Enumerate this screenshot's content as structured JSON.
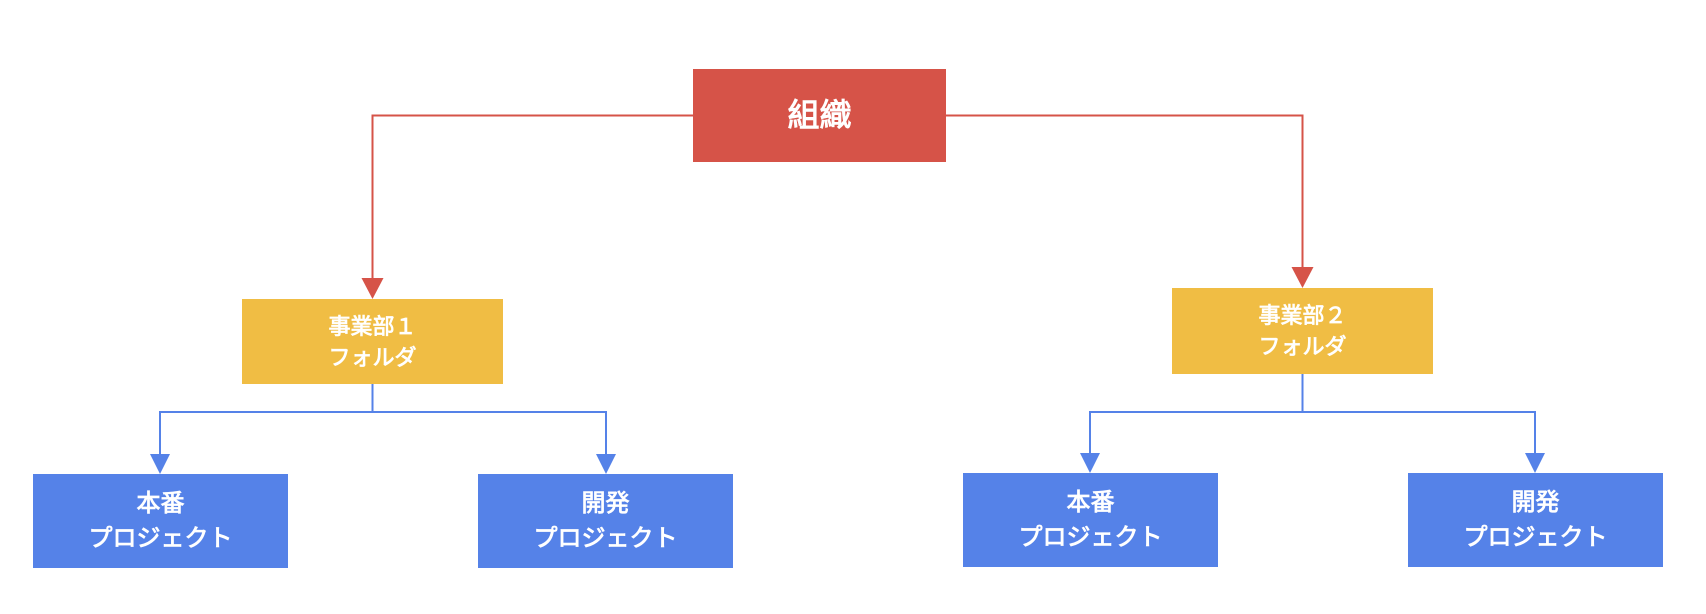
{
  "diagram": {
    "type": "org-hierarchy",
    "background": "#ffffff",
    "colors": {
      "organization_red": "#d65348",
      "folder_yellow": "#f0bd44",
      "project_blue": "#5582e8",
      "red_connector": "#d65348",
      "blue_connector": "#5582e8",
      "node_text": "#ffffff"
    },
    "nodes": {
      "organization": {
        "label": "組織"
      },
      "division1_folder": {
        "line1": "事業部１",
        "line2": "フォルダ"
      },
      "division2_folder": {
        "line1": "事業部２",
        "line2": "フォルダ"
      },
      "division1_production_project": {
        "line1": "本番",
        "line2": "プロジェクト"
      },
      "division1_development_project": {
        "line1": "開発",
        "line2": "プロジェクト"
      },
      "division2_production_project": {
        "line1": "本番",
        "line2": "プロジェクト"
      },
      "division2_development_project": {
        "line1": "開発",
        "line2": "プロジェクト"
      }
    },
    "edges": [
      {
        "from": "organization",
        "to": "division1_folder",
        "color": "#d65348",
        "arrow": "down"
      },
      {
        "from": "organization",
        "to": "division2_folder",
        "color": "#d65348",
        "arrow": "down"
      },
      {
        "from": "division1_folder",
        "to": "division1_production_project",
        "color": "#5582e8",
        "arrow": "down"
      },
      {
        "from": "division1_folder",
        "to": "division1_development_project",
        "color": "#5582e8",
        "arrow": "down"
      },
      {
        "from": "division2_folder",
        "to": "division2_production_project",
        "color": "#5582e8",
        "arrow": "down"
      },
      {
        "from": "division2_folder",
        "to": "division2_development_project",
        "color": "#5582e8",
        "arrow": "down"
      }
    ]
  }
}
